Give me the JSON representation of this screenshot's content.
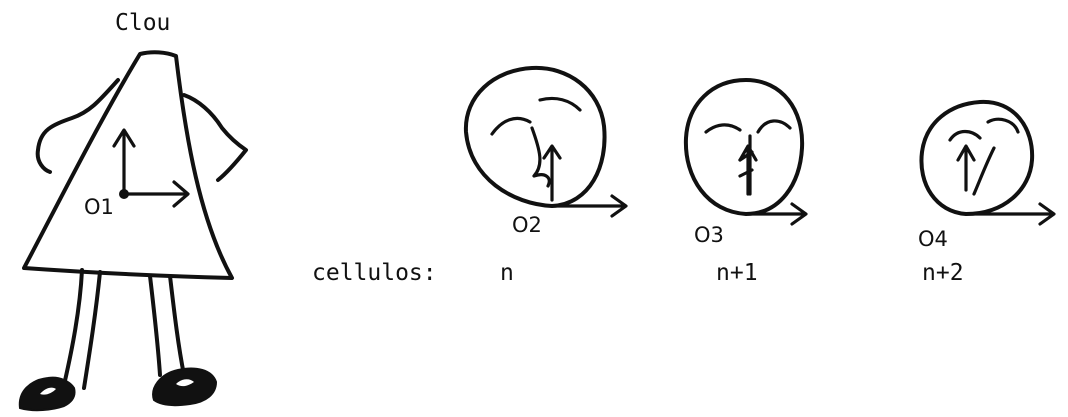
{
  "title": "Clou",
  "cel_prefix": "cellulos:",
  "frames": [
    {
      "origin": "O2",
      "cel": "n"
    },
    {
      "origin": "O3",
      "cel": "n+1"
    },
    {
      "origin": "O4",
      "cel": "n+2"
    }
  ],
  "body_origin": "O1",
  "colors": {
    "ink": "#111111",
    "paper": "#ffffff"
  }
}
